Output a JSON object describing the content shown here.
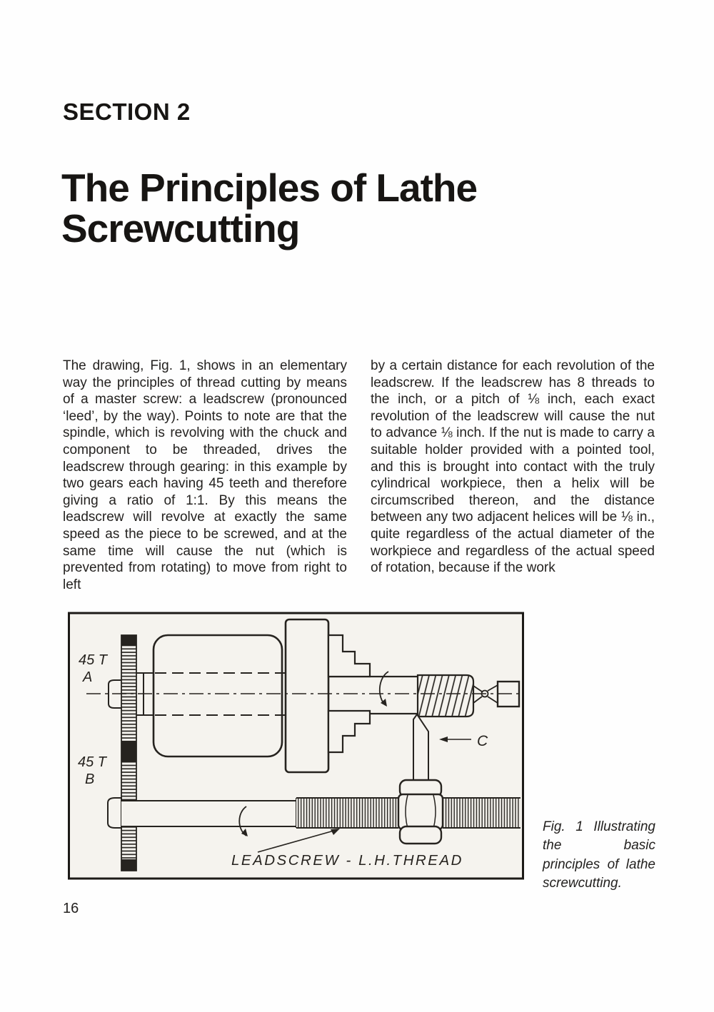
{
  "header": {
    "section_label": "SECTION 2",
    "title": "The Principles of Lathe Screwcutting"
  },
  "article": {
    "column_left": "The drawing, Fig. 1, shows in an elementary way the principles of thread cutting by means of a master screw: a leadscrew (pronounced ‘leed’, by the way). Points to note are that the spindle, which is revolving with the chuck and component to be threaded, drives the leadscrew through gearing: in this example by two gears each having 45 teeth and therefore giving a ratio of 1:1. By this means the leadscrew will revolve at exactly the same speed as the piece to be screwed, and at the same time will cause the nut (which is prevented from rotating) to move from right to left",
    "column_right": "by a certain distance for each revolution of the leadscrew. If the leadscrew has 8 threads to the inch, or a pitch of ⅛ inch, each exact revolution of the leadscrew will cause the nut to advance ⅛ inch. If the nut is made to carry a suitable holder provided with a pointed tool, and this is brought into contact with the truly cylindrical workpiece, then a helix will be circumscribed thereon, and the distance between any two adjacent helices will be ⅛ in., quite regardless of the actual diameter of the workpiece and regardless of the actual speed of rotation, because if the work"
  },
  "figure": {
    "caption": "Fig. 1 Illustrating the basic principles of lathe screwcutting.",
    "labels": {
      "gear_a_teeth": "45 T",
      "gear_a": "A",
      "gear_b_teeth": "45 T",
      "gear_b": "B",
      "tool_pointer": "C",
      "leadscrew": "LEADSCREW - L.H.THREAD"
    }
  },
  "page": {
    "number": "16"
  },
  "colors": {
    "ink": "#26231f",
    "figure_paper": "#f5f3ee",
    "page_paper": "#fefefe"
  }
}
